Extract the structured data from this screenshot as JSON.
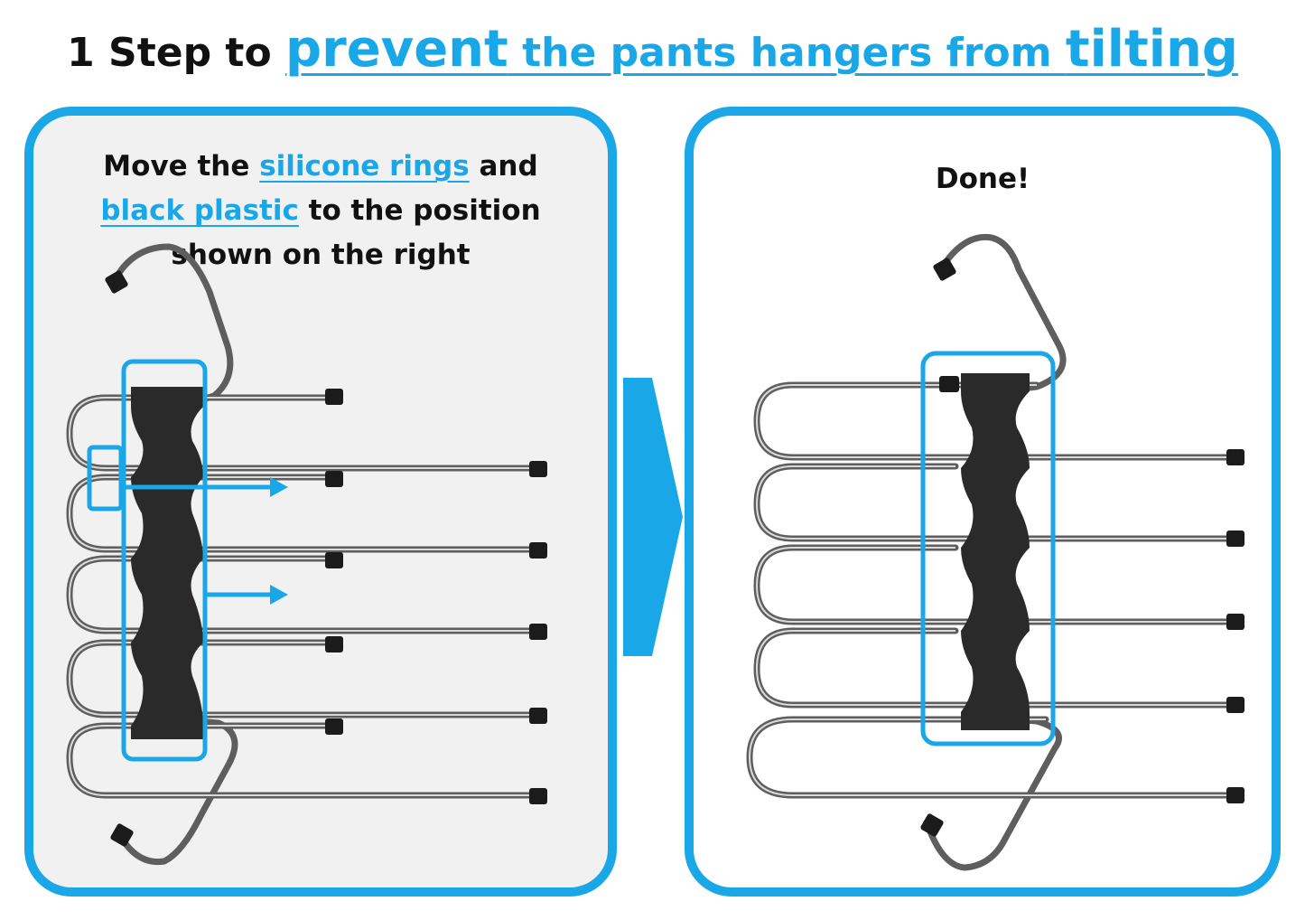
{
  "title": {
    "part1": "1 Step to ",
    "part2": "prevent",
    "part3": " the pants hangers from ",
    "part4": "tilting"
  },
  "left_panel": {
    "text1": "Move the ",
    "link1": "silicone rings",
    "text2": " and ",
    "link2": "black plastic",
    "text3": " to the position shown on the right"
  },
  "right_panel": {
    "done_text": "Done!"
  },
  "colors": {
    "accent": "#1aa7e8",
    "text": "#111111",
    "left_background": "#f1f1f1",
    "right_background": "#ffffff"
  },
  "icons": {
    "transition_arrow": "chevron-right-icon",
    "move_arrows": "arrow-right-icon"
  }
}
